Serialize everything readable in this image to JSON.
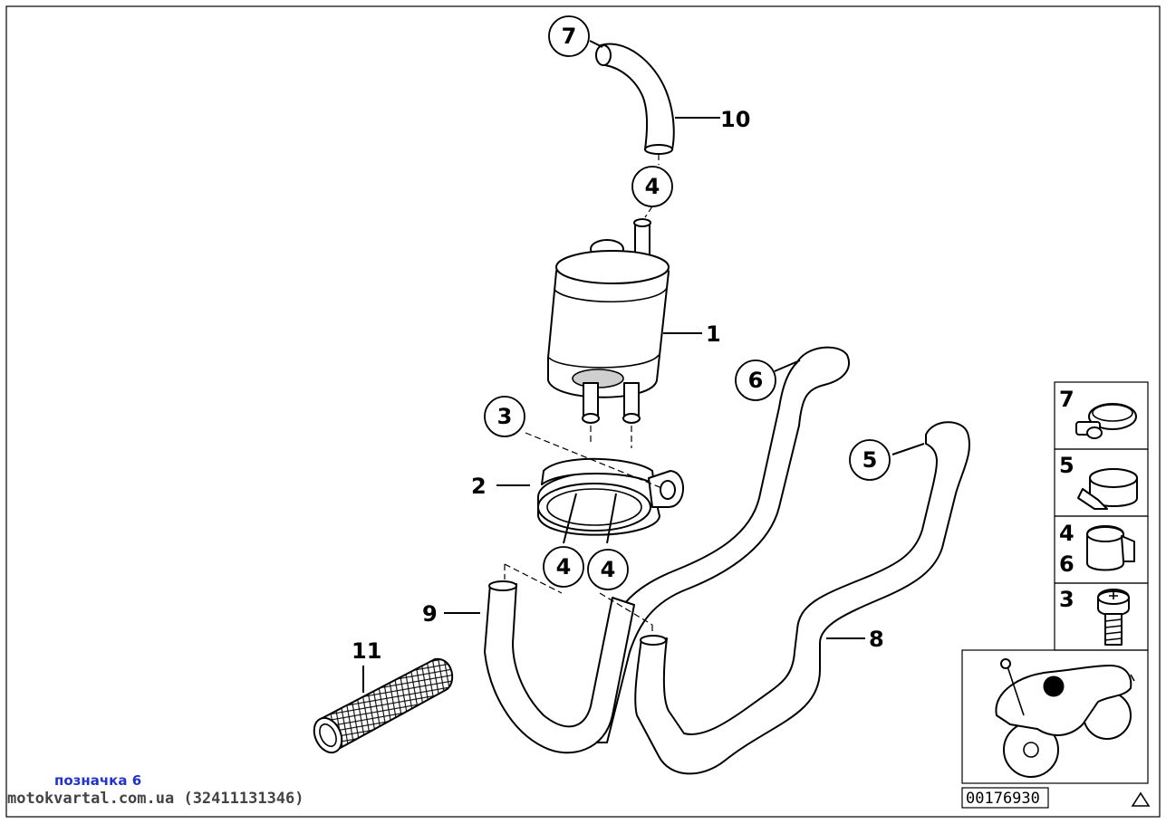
{
  "callouts": {
    "c7": "7",
    "c4_top": "4",
    "c3": "3",
    "c6": "6",
    "c5": "5",
    "c4_left": "4",
    "c4_right": "4"
  },
  "labels": {
    "l10": "10",
    "l1": "1",
    "l2": "2",
    "l9": "9",
    "l11": "11",
    "l8": "8"
  },
  "legend": {
    "items": [
      {
        "numbers": [
          "7"
        ],
        "icon": "hose-clamp-screw-icon"
      },
      {
        "numbers": [
          "5"
        ],
        "icon": "hose-clamp-band-icon"
      },
      {
        "numbers": [
          "4",
          "6"
        ],
        "icon": "hose-clamp-spring-icon"
      },
      {
        "numbers": [
          "3"
        ],
        "icon": "screw-icon"
      }
    ],
    "thumbnail_icon": "motorcycle-locator-icon",
    "code": "00176930"
  },
  "footer": {
    "note": "позначка 6",
    "watermark": "motokvartal.com.ua (32411131346)"
  }
}
